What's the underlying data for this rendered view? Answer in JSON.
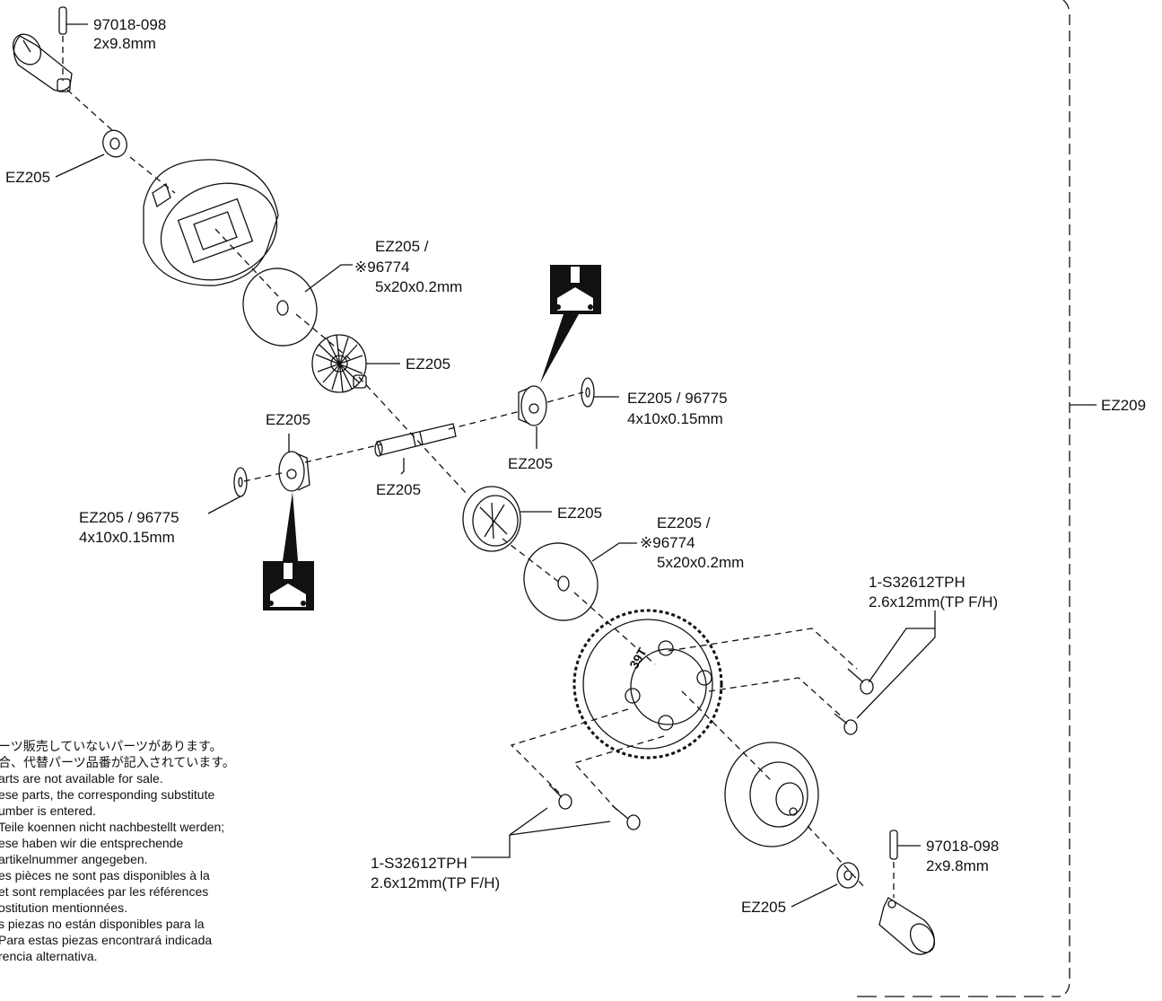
{
  "labels": {
    "pin_top": "97018-098",
    "pin_top_size": "2x9.8mm",
    "washer_top": "EZ205",
    "shim_top_part": "EZ205 /",
    "shim_top_alt": "※96774",
    "shim_top_size": "5x20x0.2mm",
    "bevel_big_top": "EZ205",
    "pinion_left": "EZ205",
    "cross_pin": "EZ205",
    "washer_left_part": "EZ205 / 96775",
    "washer_left_size": "4x10x0.15mm",
    "pinion_right": "EZ205",
    "washer_right_part": "EZ205 / 96775",
    "washer_right_size": "4x10x0.15mm",
    "bevel_big_bottom": "EZ205",
    "shim_bottom_part": "EZ205 /",
    "shim_bottom_alt": "※96774",
    "shim_bottom_size": "5x20x0.2mm",
    "screw_right_part": "1-S32612TPH",
    "screw_right_size": "2.6x12mm(TP F/H)",
    "screw_left_part": "1-S32612TPH",
    "screw_left_size": "2.6x12mm(TP F/H)",
    "pin_bottom": "97018-098",
    "pin_bottom_size": "2x9.8mm",
    "washer_bottom": "EZ205",
    "assembly": "EZ209",
    "ring_gear_teeth": "39T"
  },
  "notes": [
    "ーツ販売していないパーツがあります。",
    "合、代替パーツ品番が記入されています。",
    "arts are not available for sale.",
    "ese parts, the corresponding substitute",
    "umber is entered.",
    "Teile koennen nicht nachbestellt werden;",
    "ese haben wir die entsprechende",
    "artikelnummer angegeben.",
    "es pièces ne sont pas disponibles à la",
    "et sont remplacées par les références",
    "ostitution mentionnées.",
    "s piezas no están disponibles para la",
    " Para estas piezas encontrará indicada",
    "rencia alternativa."
  ]
}
